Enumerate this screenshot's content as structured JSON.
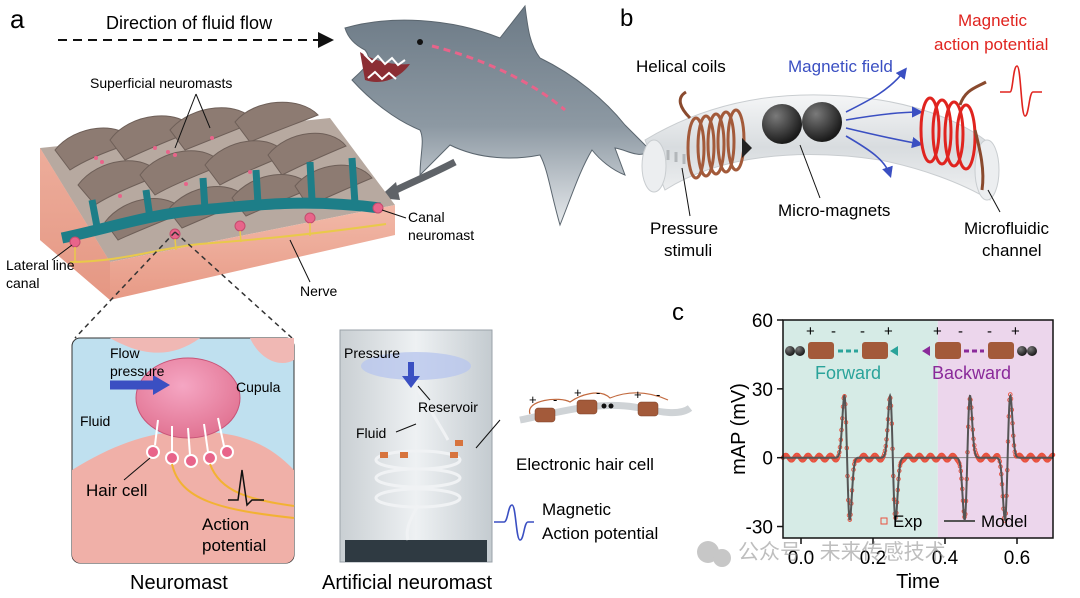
{
  "panel_a": {
    "label": "a",
    "flow_direction": "Direction of fluid flow",
    "labels": {
      "superficial": "Superficial neuromasts",
      "canal_neuromast_1": "Canal",
      "canal_neuromast_2": "neuromast",
      "lateral_1": "Lateral line",
      "lateral_2": "canal",
      "nerve": "Nerve"
    },
    "neuromast": {
      "title": "Neuromast",
      "flow_1": "Flow",
      "flow_2": "pressure",
      "cupula": "Cupula",
      "fluid": "Fluid",
      "hair_cell": "Hair cell",
      "ap_1": "Action",
      "ap_2": "potential"
    },
    "artificial": {
      "title": "Artificial neuromast",
      "pressure": "Pressure",
      "reservoir": "Reservoir",
      "fluid": "Fluid",
      "electronic": "Electronic hair cell",
      "map_1": "Magnetic",
      "map_2": "Action potential",
      "polarity": [
        "+",
        "-",
        "+",
        "-",
        "+",
        "-"
      ]
    }
  },
  "panel_b": {
    "label": "b",
    "helical": "Helical coils",
    "magnetic_field": "Magnetic field",
    "map_1": "Magnetic",
    "map_2": "action potential",
    "pressure_1": "Pressure",
    "pressure_2": "stimuli",
    "micro": "Micro-magnets",
    "channel_1": "Microfluidic",
    "channel_2": "channel"
  },
  "panel_c": {
    "label": "c",
    "forward": "Forward",
    "backward": "Backward",
    "polarity": [
      "+",
      "-",
      "-",
      "+",
      "+",
      "-",
      "-",
      "+"
    ],
    "legend_exp": "Exp",
    "legend_model": "Model"
  },
  "watermark": "公众号 · 未来传感技术",
  "colors": {
    "forward_bg": "#d6ebe6",
    "backward_bg": "#ecd6ec",
    "forward_text": "#2aa39a",
    "backward_text": "#8a2a9a",
    "exp": "#e8523f",
    "model": "#555555",
    "magnetic_blue": "#3a4fc2",
    "magnetic_red": "#e0241f"
  },
  "chart_data": {
    "type": "line",
    "xlabel": "Time",
    "ylabel": "mAP (mV)",
    "xlim": [
      -0.05,
      0.7
    ],
    "ylim": [
      -35,
      60
    ],
    "xticks": [
      0.0,
      0.2,
      0.4,
      0.6
    ],
    "xtick_labels": [
      "0.0",
      "0.2",
      "0.4",
      "0.6"
    ],
    "yticks": [
      -30,
      0,
      30,
      60
    ],
    "shaded_regions": [
      {
        "label": "Forward",
        "x": [
          -0.05,
          0.38
        ]
      },
      {
        "label": "Backward",
        "x": [
          0.38,
          0.7
        ]
      }
    ],
    "events": [
      {
        "t": 0.128,
        "polarity": 1
      },
      {
        "t": 0.255,
        "polarity": 1
      },
      {
        "t": 0.462,
        "polarity": -1
      },
      {
        "t": 0.574,
        "polarity": -1
      }
    ],
    "peak_amplitude": 27,
    "series": [
      {
        "name": "Exp",
        "style": "markers"
      },
      {
        "name": "Model",
        "style": "line"
      }
    ],
    "legend": "bottom-right",
    "grid": false
  }
}
